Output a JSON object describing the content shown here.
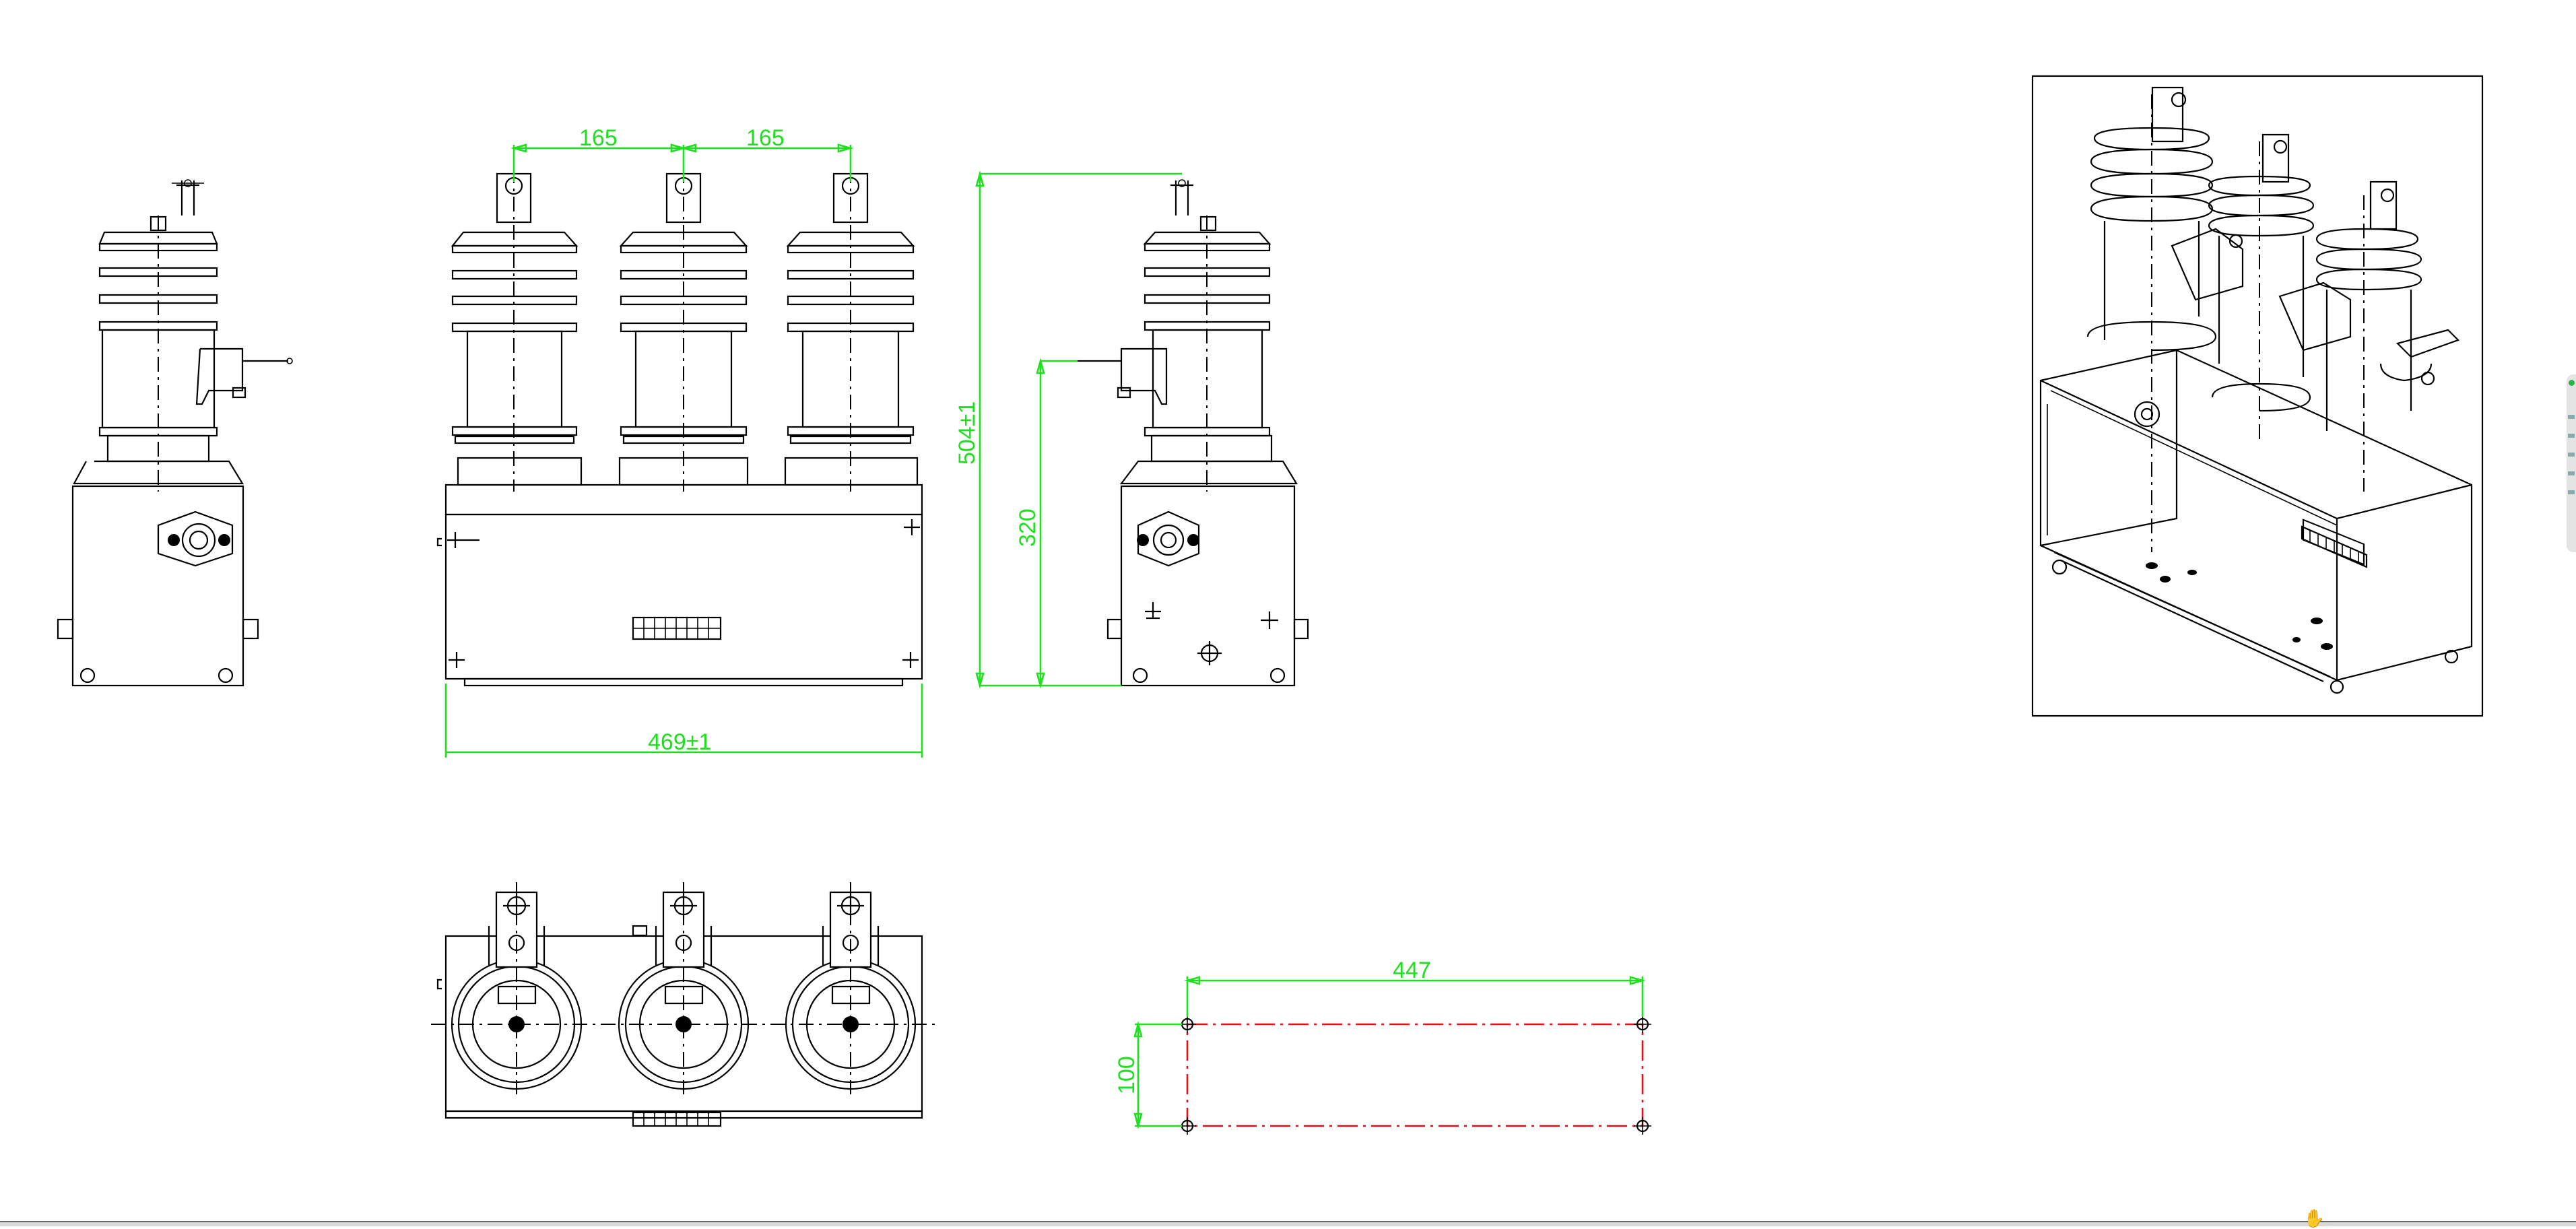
{
  "dimensions": {
    "phase_spacing_left": "165",
    "phase_spacing_right": "165",
    "total_width": "469±1",
    "total_height": "504±1",
    "terminal_height": "320",
    "mounting_hole_spacing_x": "447",
    "mounting_hole_spacing_y": "100"
  },
  "colors": {
    "dimension_lines": "#1fe01f",
    "mounting_outline": "#e0101a",
    "drawing_lines": "#000000"
  },
  "icons": {
    "cursor": "hand-cursor-icon",
    "side_widget": "floating-toolbar"
  }
}
